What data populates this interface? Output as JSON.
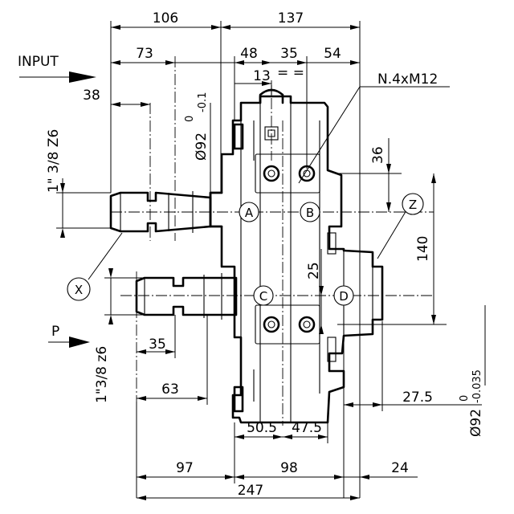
{
  "dims": {
    "d106": "106",
    "d137": "137",
    "d73": "73",
    "d48": "48",
    "d35a": "35",
    "d54": "54",
    "d13": "13",
    "d_eq": "= =",
    "d38": "38",
    "phi92_tol": "Ø92",
    "phi92_tol_up": "0",
    "phi92_tol_lo": "-0.1",
    "d36": "36",
    "d140": "140",
    "d25": "25",
    "d35b": "35",
    "d63": "63",
    "d275": "27.5",
    "phi92b": "Ø92",
    "phi92b_up": "0",
    "phi92b_lo": "-0.035",
    "d505": "50.5",
    "d475": "47.5",
    "d97": "97",
    "d98": "98",
    "d24": "24",
    "d247": "247"
  },
  "labels": {
    "input": "INPUT",
    "p": "P",
    "bolt": "N.4xM12",
    "spline_top": "1\" 3/8 Z6",
    "spline_bot": "1\"3/8 z6"
  },
  "bubbles": {
    "a": "A",
    "b": "B",
    "c": "C",
    "d": "D",
    "x": "X",
    "z": "Z"
  }
}
